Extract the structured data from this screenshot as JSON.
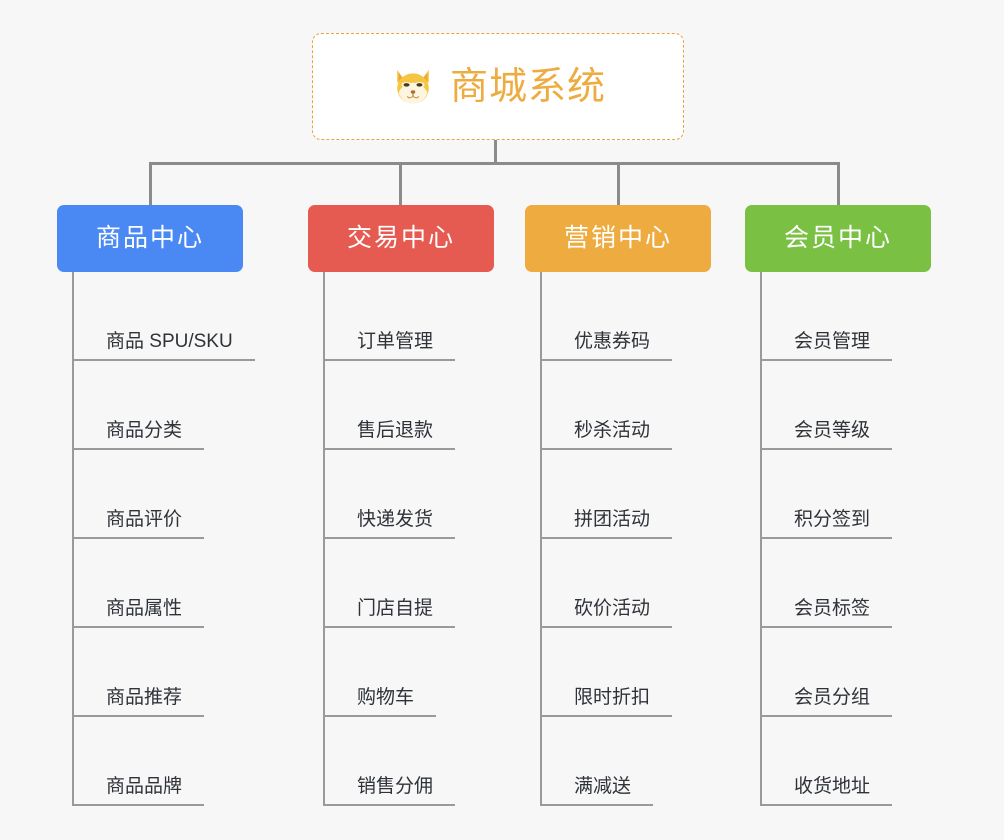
{
  "root": {
    "title": "商城系统",
    "icon": "shiba-dog-icon",
    "border_color": "#e8a33d",
    "text_color": "#eeab3f",
    "background": "#ffffff"
  },
  "canvas": {
    "background": "#f7f7f7",
    "connector_color": "#8b8b8b",
    "leaf_line_color": "#9a9a9a",
    "leaf_text_color": "#2f3338"
  },
  "categories": [
    {
      "label": "商品中心",
      "color": "#4a89f3",
      "items": [
        "商品 SPU/SKU",
        "商品分类",
        "商品评价",
        "商品属性",
        "商品推荐",
        "商品品牌"
      ]
    },
    {
      "label": "交易中心",
      "color": "#e55a51",
      "items": [
        "订单管理",
        "售后退款",
        "快递发货",
        "门店自提",
        "购物车",
        "销售分佣"
      ]
    },
    {
      "label": "营销中心",
      "color": "#eeab3f",
      "items": [
        "优惠券码",
        "秒杀活动",
        "拼团活动",
        "砍价活动",
        "限时折扣",
        "满减送"
      ]
    },
    {
      "label": "会员中心",
      "color": "#7ac043",
      "items": [
        "会员管理",
        "会员等级",
        "积分签到",
        "会员标签",
        "会员分组",
        "收货地址"
      ]
    }
  ]
}
